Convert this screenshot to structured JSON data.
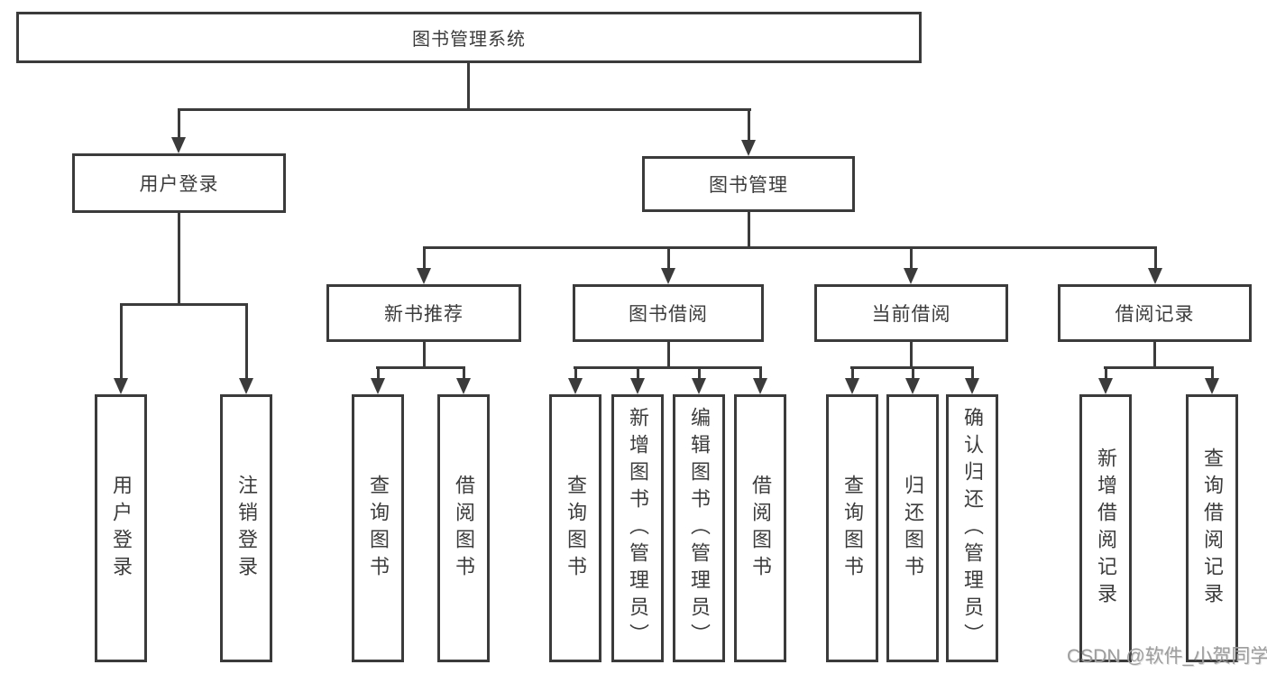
{
  "diagram": {
    "type": "hierarchy",
    "root": {
      "label": "图书管理系统",
      "children": [
        {
          "label": "用户登录",
          "children": [
            {
              "label": "用户登录"
            },
            {
              "label": "注销登录"
            }
          ]
        },
        {
          "label": "图书管理",
          "children": [
            {
              "label": "新书推荐",
              "children": [
                {
                  "label": "查询图书"
                },
                {
                  "label": "借阅图书"
                }
              ]
            },
            {
              "label": "图书借阅",
              "children": [
                {
                  "label": "查询图书"
                },
                {
                  "label": "新增图书（管理员）"
                },
                {
                  "label": "编辑图书（管理员）"
                },
                {
                  "label": "借阅图书"
                }
              ]
            },
            {
              "label": "当前借阅",
              "children": [
                {
                  "label": "查询图书"
                },
                {
                  "label": "归还图书"
                },
                {
                  "label": "确认归还（管理员）"
                }
              ]
            },
            {
              "label": "借阅记录",
              "children": [
                {
                  "label": "新增借阅记录"
                },
                {
                  "label": "查询借阅记录"
                }
              ]
            }
          ]
        }
      ]
    },
    "watermark": "CSDN @软件_小贺同学",
    "colors": {
      "line": "#3b3b3b",
      "text": "#3c3c3c",
      "watermark": "#9d9d9d",
      "background": "#ffffff"
    }
  }
}
